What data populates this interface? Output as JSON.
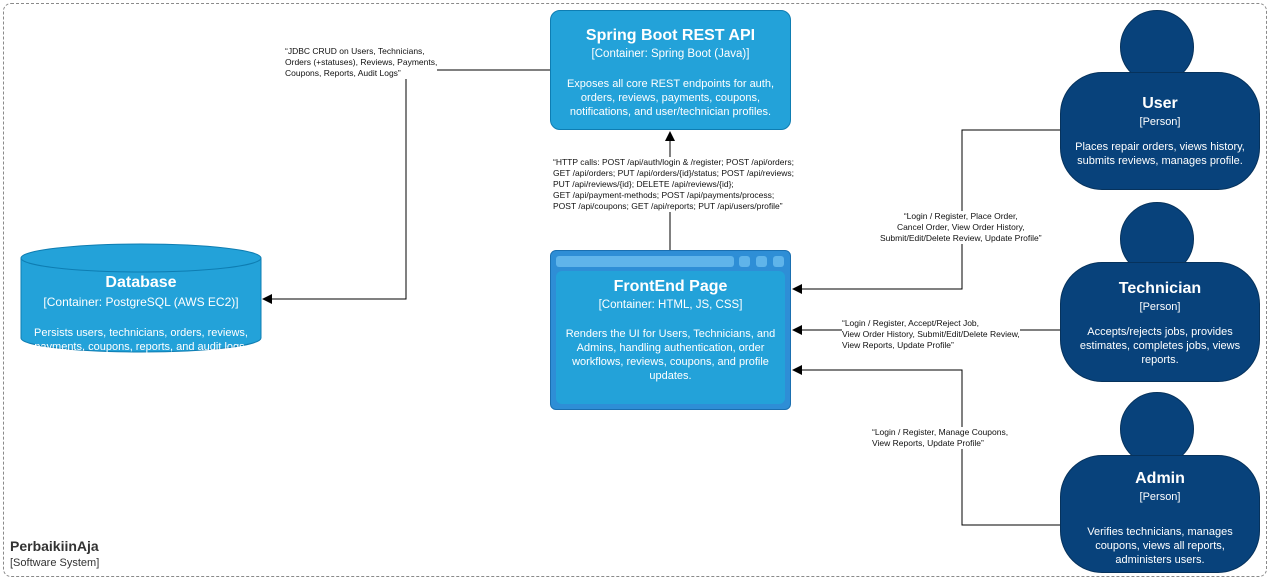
{
  "system": {
    "name": "PerbaikiinAja",
    "type": "[Software System]"
  },
  "api": {
    "title": "Spring Boot REST API",
    "tech": "[Container: Spring Boot (Java)]",
    "desc": "Exposes all core REST endpoints for auth, orders, reviews, payments, coupons, notifications, and user/technician profiles."
  },
  "frontend": {
    "title": "FrontEnd Page",
    "tech": "[Container: HTML, JS, CSS]",
    "desc": "Renders the UI for Users, Technicians, and Admins, handling authentication, order workflows, reviews, coupons, and profile updates."
  },
  "database": {
    "title": "Database",
    "tech": "[Container: PostgreSQL (AWS EC2)]",
    "desc": "Persists users, technicians, orders, reviews, payments, coupons, reports, and audit logs."
  },
  "user": {
    "title": "User",
    "tech": "[Person]",
    "desc": "Places repair orders, views history, submits reviews, manages profile."
  },
  "technician": {
    "title": "Technician",
    "tech": "[Person]",
    "desc": "Accepts/rejects jobs, provides estimates, completes jobs, views reports."
  },
  "admin": {
    "title": "Admin",
    "tech": "[Person]",
    "desc": "Verifies technicians, manages coupons, views all reports, administers users."
  },
  "edges": {
    "api_db": [
      "“JDBC CRUD on Users, Technicians,",
      "Orders (+statuses), Reviews, Payments,",
      "Coupons, Reports, Audit Logs”"
    ],
    "fe_api": [
      "“HTTP calls: POST /api/auth/login & /register; POST /api/orders;",
      "GET /api/orders; PUT /api/orders/{id}/status; POST /api/reviews;",
      "PUT /api/reviews/{id}; DELETE /api/reviews/{id};",
      "GET /api/payment-methods; POST /api/payments/process;",
      "POST /api/coupons; GET /api/reports; PUT /api/users/profile”"
    ],
    "user_fe": [
      "“Login / Register, Place Order,",
      "Cancel Order, View Order History,",
      "Submit/Edit/Delete Review, Update Profile”"
    ],
    "tech_fe": [
      "“Login / Register, Accept/Reject Job,",
      "View Order History, Submit/Edit/Delete Review,",
      "View Reports, Update Profile”"
    ],
    "admin_fe": [
      "“Login / Register, Manage Coupons,",
      "View Reports, Update Profile”"
    ]
  }
}
